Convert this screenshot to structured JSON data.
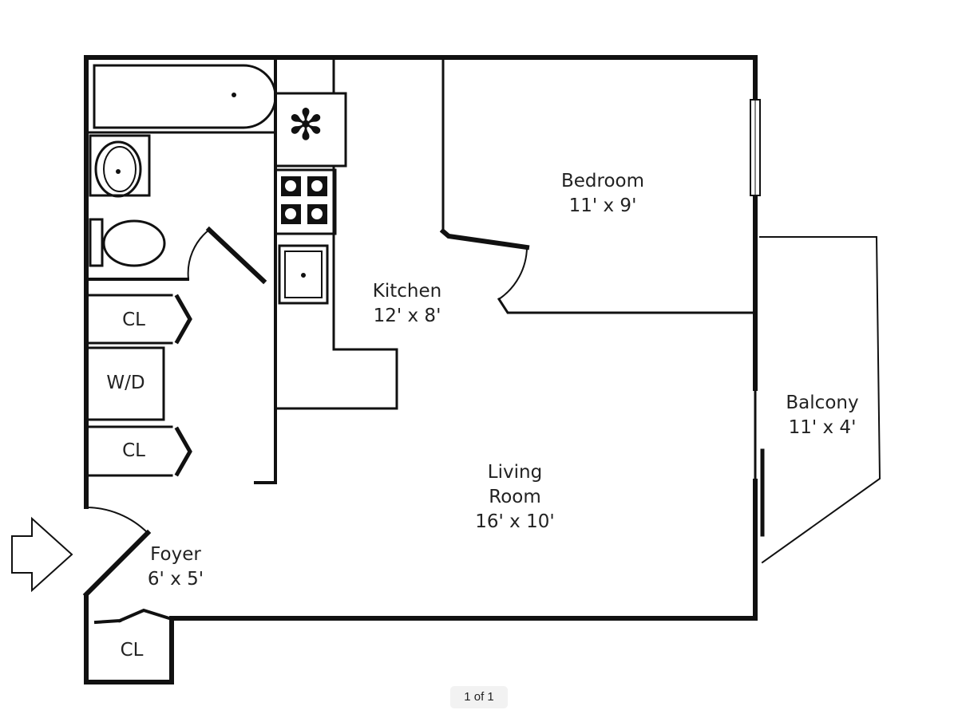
{
  "rooms": {
    "bedroom": {
      "name": "Bedroom",
      "size": "11' x 9'"
    },
    "kitchen": {
      "name": "Kitchen",
      "size": "12' x 8'"
    },
    "living": {
      "name_line1": "Living",
      "name_line2": "Room",
      "size": "16' x 10'"
    },
    "balcony": {
      "name": "Balcony",
      "size": "11' x 4'"
    },
    "foyer": {
      "name": "Foyer",
      "size": "6' x 5'"
    },
    "closet_1": "CL",
    "washer_dryer": "W/D",
    "closet_2": "CL",
    "closet_3": "CL"
  },
  "pager": {
    "label": "1 of 1"
  }
}
